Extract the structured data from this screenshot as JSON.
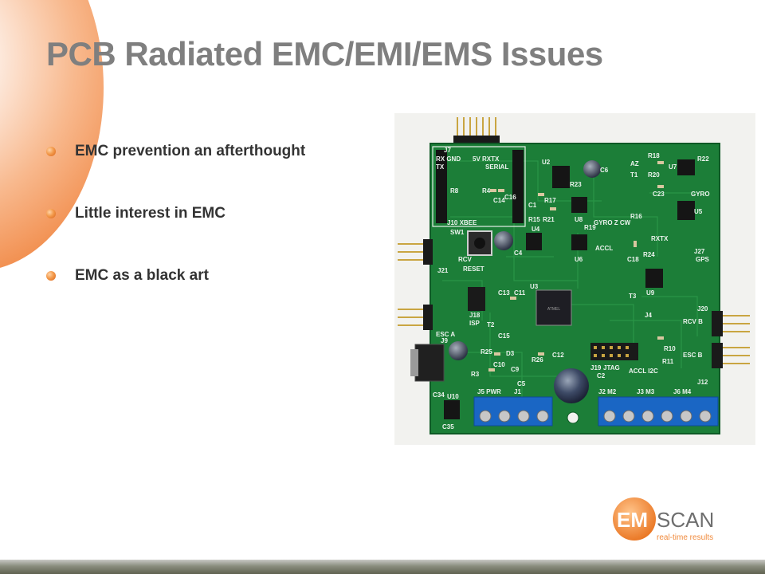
{
  "slide": {
    "title": "PCB Radiated EMC/EMI/EMS Issues",
    "bullets": [
      {
        "text": "EMC prevention an afterthought"
      },
      {
        "text": "Little interest in EMC"
      },
      {
        "text": "EMC as a black art"
      }
    ]
  },
  "pcb": {
    "labels": {
      "j7": "J7",
      "rx_gnd": "RX GND",
      "serial_hdr": "5V RXTX",
      "tx": "TX",
      "serial": "SERIAL",
      "r8": "R8",
      "u2": "U2",
      "c6": "C6",
      "c16": "C16",
      "c14": "C14",
      "r4": "R4",
      "c1": "C1",
      "r18": "R18",
      "r22": "R22",
      "az": "AZ",
      "t1": "T1",
      "r20": "R20",
      "u7": "U7",
      "c23": "C23",
      "gyro": "GYRO",
      "u5": "U5",
      "r23": "R23",
      "r17": "R17",
      "gyro_zcw": "GYRO Z CW",
      "j10_xbee": "J10 XBEE",
      "sw1": "SW1",
      "r21": "R21",
      "u8": "U8",
      "r15": "R15",
      "r19": "R19",
      "r16": "R16",
      "rxtx": "RXTX",
      "j27": "J27",
      "gps": "GPS",
      "u4": "U4",
      "accl": "ACCL",
      "rcv": "RCV",
      "reset": "RESET",
      "c4": "C4",
      "u6": "U6",
      "c18": "C18",
      "r24": "R24",
      "j21": "J21",
      "u3": "U3",
      "c13": "C13",
      "c11": "C11",
      "u9": "U9",
      "t3": "T3",
      "j18": "J18",
      "isp": "ISP",
      "esc_a": "ESC A",
      "t2": "T2",
      "c15": "C15",
      "j20": "J20",
      "rcv_b": "RCV B",
      "j4": "J4",
      "r10": "R10",
      "j9": "J9",
      "r25": "R25",
      "d3": "D3",
      "c12": "C12",
      "r11": "R11",
      "esc_b": "ESC B",
      "c10": "C10",
      "r26": "R26",
      "c9": "C9",
      "r3": "R3",
      "j19": "J19",
      "jtag": "JTAG",
      "accl_i2c": "ACCL I2C",
      "c2": "C2",
      "j12": "J12",
      "c5": "C5",
      "c34": "C34",
      "u10": "U10",
      "c35": "C35",
      "j5_pwr": "J5 PWR",
      "j1": "J1",
      "j2_m2": "J2 M2",
      "j3_m3": "J3 M3",
      "j6_m4": "J6 M4",
      "mcu_mark": "ATMEL"
    }
  },
  "logo": {
    "em": "EM",
    "scan": "SCAN",
    "tagline": "real-time results"
  },
  "colors": {
    "title": "#7f7f7f",
    "bullet_text": "#333333",
    "bullet_dot": "#f39a4b",
    "orb": "#f29152",
    "pcb_green": "#1c7e38",
    "terminal_blue": "#1a66c4",
    "logo_orange": "#f08a3c",
    "logo_gray": "#6e6e6e"
  }
}
